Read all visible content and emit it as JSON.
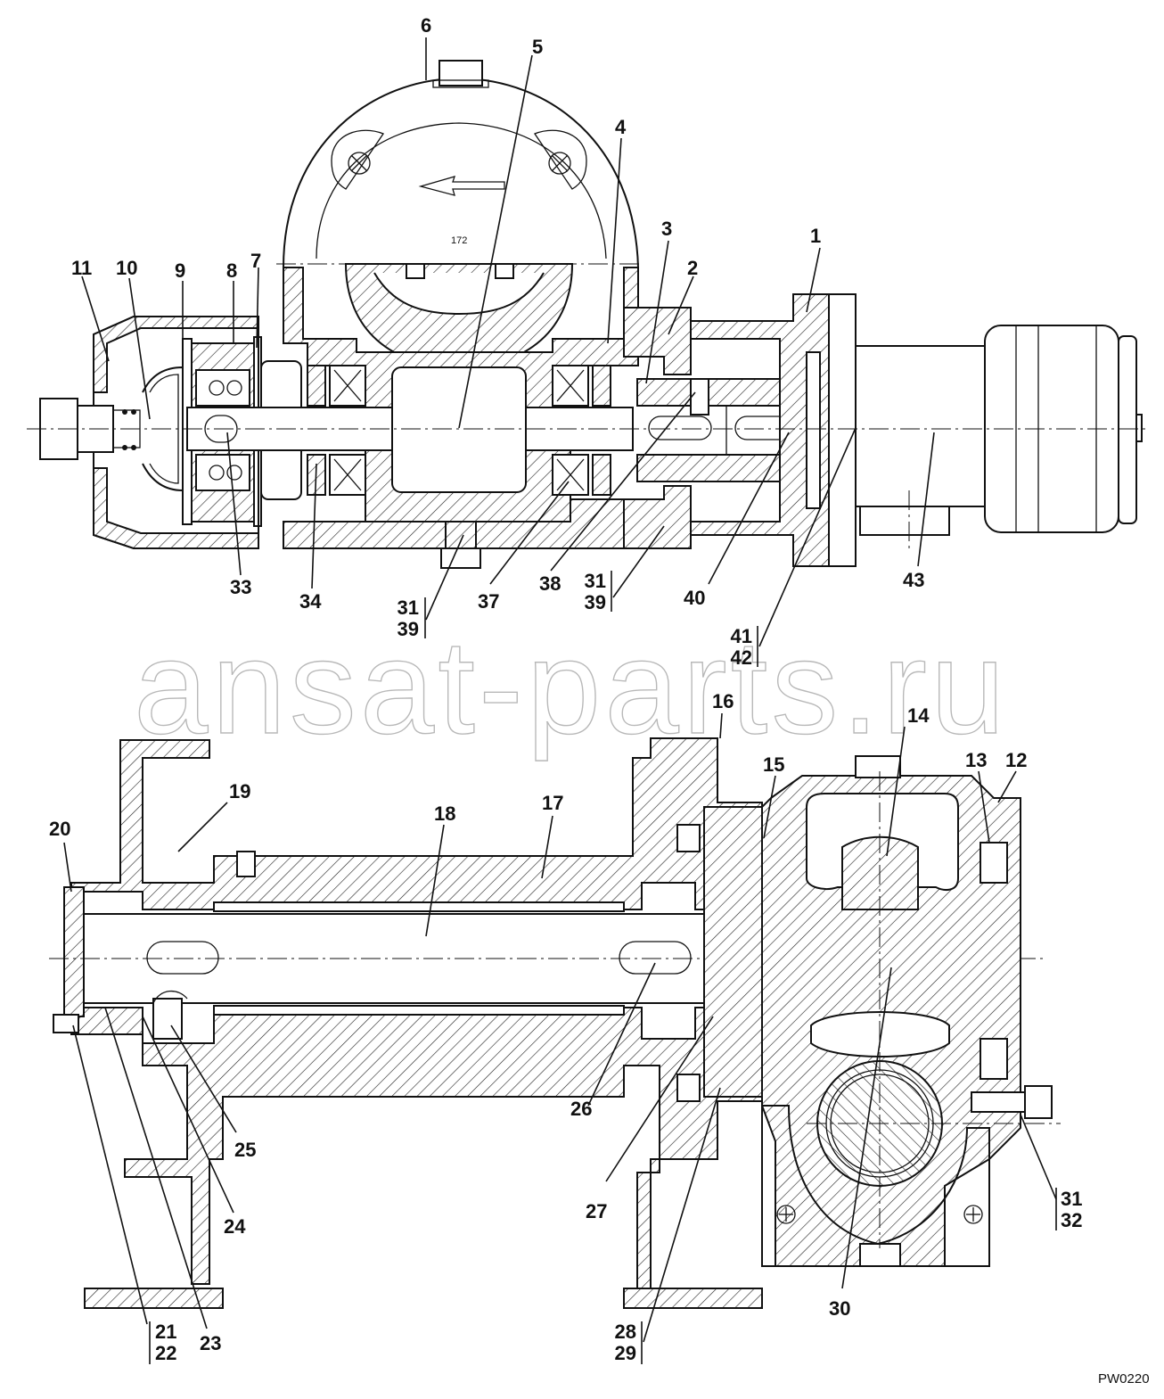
{
  "drawing": {
    "code": "PW0220",
    "watermark": "ansat-parts.ru",
    "cover_marking": "172"
  },
  "labels": [
    {
      "id": "1",
      "text": "1"
    },
    {
      "id": "2",
      "text": "2"
    },
    {
      "id": "3",
      "text": "3"
    },
    {
      "id": "4",
      "text": "4"
    },
    {
      "id": "5",
      "text": "5"
    },
    {
      "id": "6",
      "text": "6"
    },
    {
      "id": "7",
      "text": "7"
    },
    {
      "id": "8",
      "text": "8"
    },
    {
      "id": "9",
      "text": "9"
    },
    {
      "id": "10",
      "text": "10"
    },
    {
      "id": "11",
      "text": "11"
    },
    {
      "id": "33",
      "text": "33"
    },
    {
      "id": "34",
      "text": "34"
    },
    {
      "id": "37",
      "text": "37"
    },
    {
      "id": "38",
      "text": "38"
    },
    {
      "id": "40",
      "text": "40"
    },
    {
      "id": "43",
      "text": "43"
    },
    {
      "id": "16",
      "text": "16"
    },
    {
      "id": "14",
      "text": "14"
    },
    {
      "id": "15",
      "text": "15"
    },
    {
      "id": "13",
      "text": "13"
    },
    {
      "id": "12",
      "text": "12"
    },
    {
      "id": "19",
      "text": "19"
    },
    {
      "id": "18",
      "text": "18"
    },
    {
      "id": "17",
      "text": "17"
    },
    {
      "id": "20",
      "text": "20"
    },
    {
      "id": "26",
      "text": "26"
    },
    {
      "id": "25",
      "text": "25"
    },
    {
      "id": "24",
      "text": "24"
    },
    {
      "id": "23",
      "text": "23"
    },
    {
      "id": "27",
      "text": "27"
    },
    {
      "id": "30",
      "text": "30"
    }
  ],
  "groups": [
    {
      "id": "g1",
      "top": "31",
      "bottom": "39"
    },
    {
      "id": "g2",
      "top": "31",
      "bottom": "39"
    },
    {
      "id": "g3",
      "top": "41",
      "bottom": "42"
    },
    {
      "id": "g4",
      "top": "31",
      "bottom": "32"
    },
    {
      "id": "g5",
      "top": "21",
      "bottom": "22"
    },
    {
      "id": "g6",
      "top": "28",
      "bottom": "29"
    }
  ]
}
